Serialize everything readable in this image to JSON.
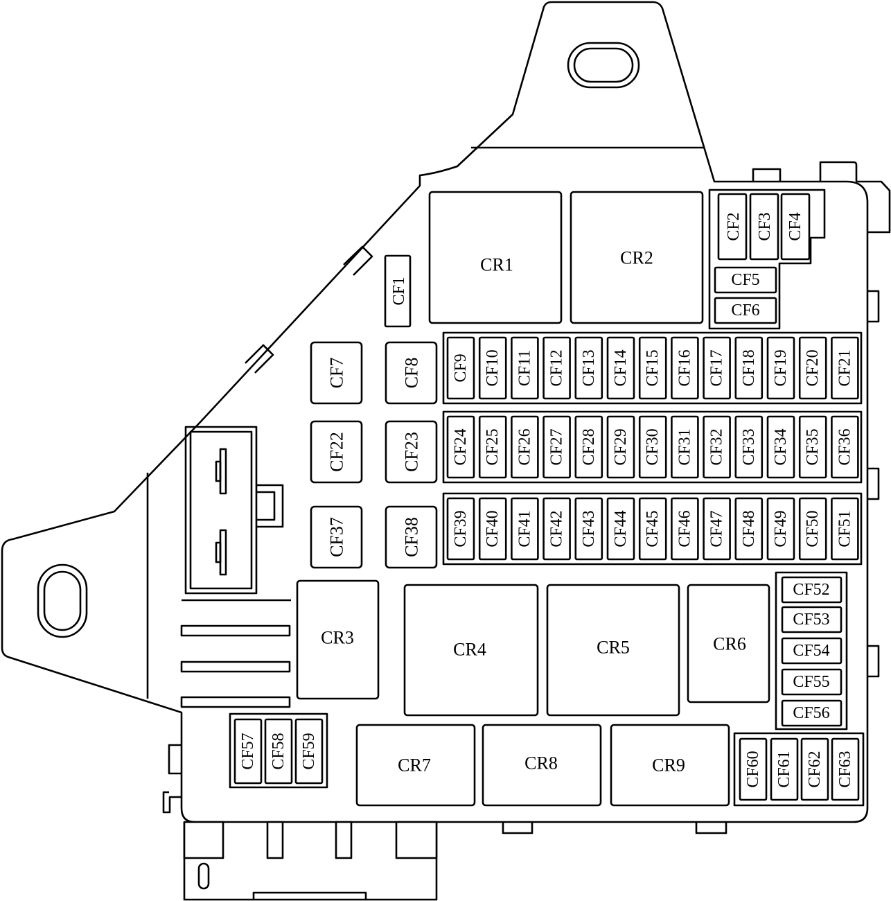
{
  "relays": [
    {
      "id": "cr1",
      "label": "CR1"
    },
    {
      "id": "cr2",
      "label": "CR2"
    },
    {
      "id": "cr3",
      "label": "CR3"
    },
    {
      "id": "cr4",
      "label": "CR4"
    },
    {
      "id": "cr5",
      "label": "CR5"
    },
    {
      "id": "cr6",
      "label": "CR6"
    },
    {
      "id": "cr7",
      "label": "CR7"
    },
    {
      "id": "cr8",
      "label": "CR8"
    },
    {
      "id": "cr9",
      "label": "CR9"
    }
  ],
  "fuses": {
    "cf1": "CF1",
    "cf2": "CF2",
    "cf3": "CF3",
    "cf4": "CF4",
    "cf5": "CF5",
    "cf6": "CF6",
    "cf7": "CF7",
    "cf8": "CF8",
    "cf22": "CF22",
    "cf23": "CF23",
    "cf37": "CF37",
    "cf38": "CF38",
    "cf52": "CF52",
    "cf53": "CF53",
    "cf54": "CF54",
    "cf55": "CF55",
    "cf56": "CF56",
    "cf57": "CF57",
    "cf58": "CF58",
    "cf59": "CF59",
    "cf60": "CF60",
    "cf61": "CF61",
    "cf62": "CF62",
    "cf63": "CF63"
  },
  "fuse_rows": {
    "row1": [
      "CF9",
      "CF10",
      "CF11",
      "CF12",
      "CF13",
      "CF14",
      "CF15",
      "CF16",
      "CF17",
      "CF18",
      "CF19",
      "CF20",
      "CF21"
    ],
    "row2": [
      "CF24",
      "CF25",
      "CF26",
      "CF27",
      "CF28",
      "CF29",
      "CF30",
      "CF31",
      "CF32",
      "CF33",
      "CF34",
      "CF35",
      "CF36"
    ],
    "row3": [
      "CF39",
      "CF40",
      "CF41",
      "CF42",
      "CF43",
      "CF44",
      "CF45",
      "CF46",
      "CF47",
      "CF48",
      "CF49",
      "CF50",
      "CF51"
    ]
  }
}
